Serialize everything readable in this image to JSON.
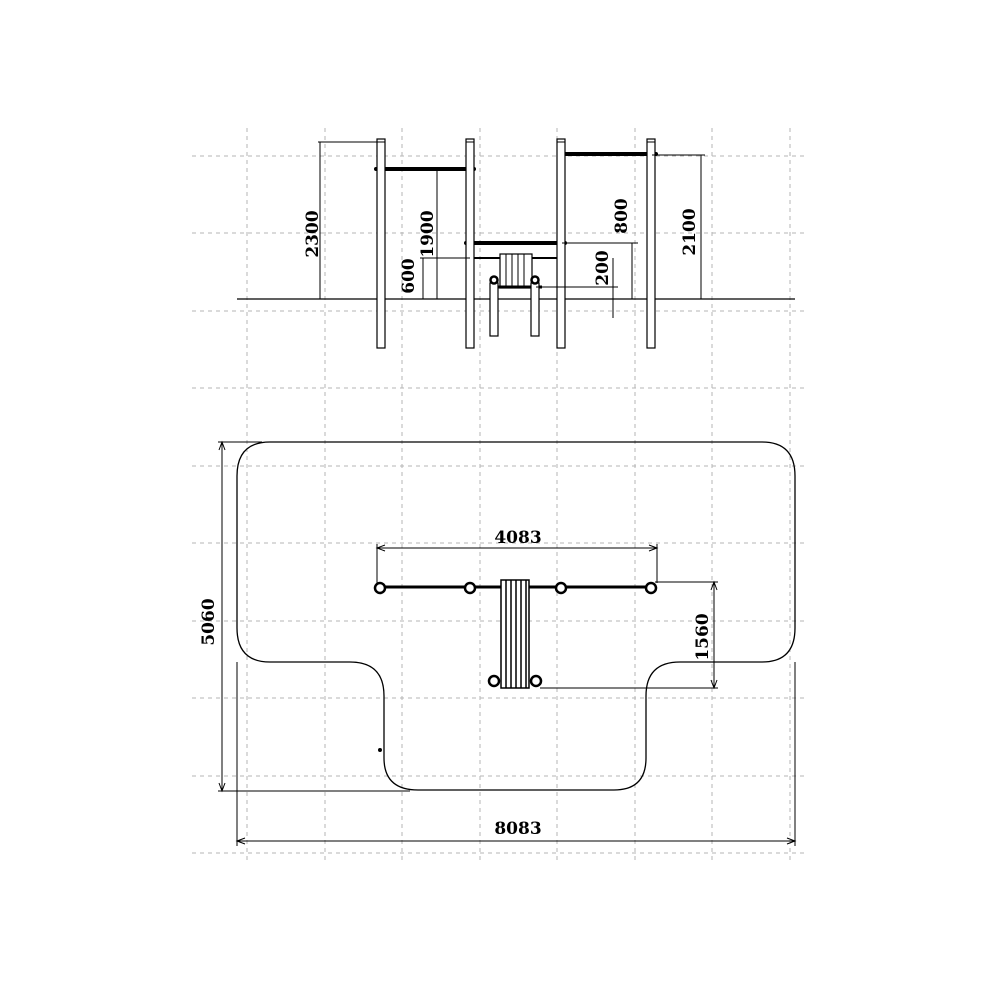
{
  "drawing": {
    "elevation": {
      "dims": {
        "left_post_height": "2300",
        "left_bar_height": "1900",
        "low_bar_height": "600",
        "mid_bar_height": "800",
        "bench_height": "200",
        "right_bar_height": "2100"
      }
    },
    "plan": {
      "dims": {
        "bar_span": "4083",
        "bench_depth": "1560",
        "overall_depth": "5060",
        "overall_width": "8083"
      }
    }
  }
}
